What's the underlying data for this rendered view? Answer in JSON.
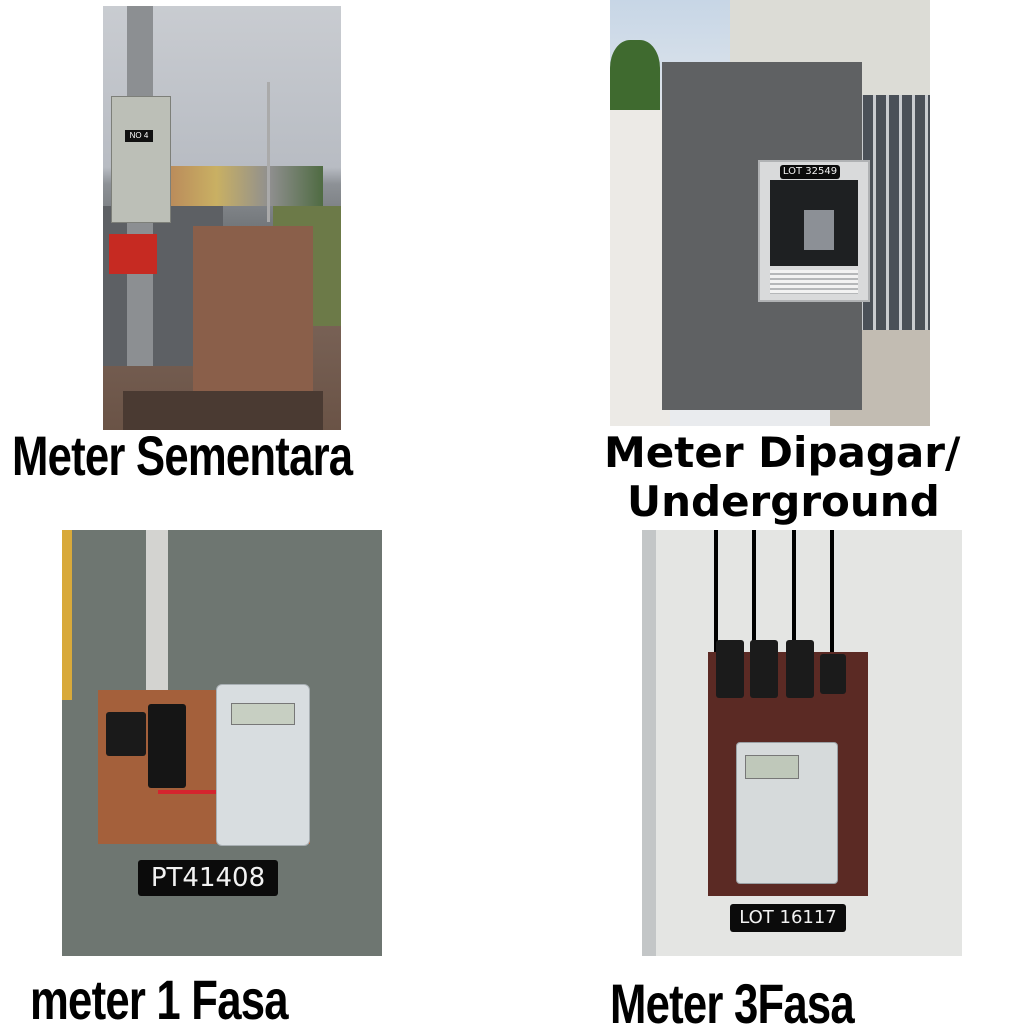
{
  "panels": [
    {
      "caption": "Meter Sementara",
      "photo_description": "Temporary meter box mounted on roadside utility pole",
      "signs": {
        "box_label": "NO 4"
      }
    },
    {
      "caption_line1": "Meter Dipagar/",
      "caption_line2": "Underground",
      "photo_description": "Meter enclosed in grey fence pillar with window",
      "signs": {
        "lot_plate": "LOT 32549"
      }
    },
    {
      "caption": "meter 1 Fasa",
      "photo_description": "Single-phase meter mounted on wooden board on grey wall",
      "signs": {
        "lot_plate": "PT41408"
      }
    },
    {
      "caption": "Meter 3Fasa",
      "photo_description": "Three-phase meter with cutouts on dark board on white wall",
      "signs": {
        "lot_plate": "LOT 16117"
      }
    }
  ],
  "colors": {
    "background": "#ffffff",
    "caption_text": "#000000",
    "plate_background": "#0b0b0b",
    "plate_text": "#f2f2f2"
  }
}
